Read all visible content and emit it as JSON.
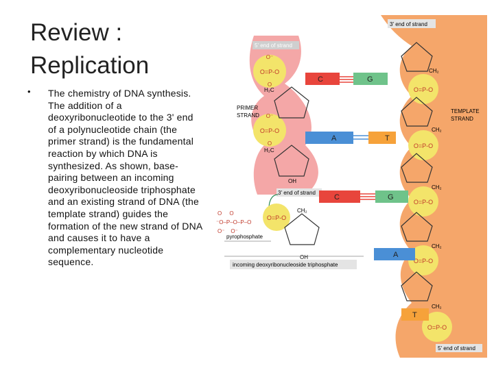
{
  "slide": {
    "title": "Review : Replication",
    "bullet_symbol": "•",
    "body": "The chemistry of DNA synthesis. The addition of a deoxyribonucleotide to the 3' end of a polynucleotide chain (the primer strand) is the fundamental reaction by which DNA is synthesized. As shown, base-pairing between an incoming deoxyribonucleoside triphosphate and an existing strand of DNA (the template strand) guides the formation of the new strand of DNA and causes it to have a complementary nucleotide sequence."
  },
  "diagram": {
    "labels": {
      "template_3_end": "3' end of strand",
      "primer_5_end": "5' end of strand",
      "primer_strand": [
        "PRIMER",
        "STRAND"
      ],
      "template_strand": [
        "TEMPLATE",
        "STRAND"
      ],
      "primer_3_end": "3' end of strand",
      "pyrophosphate": "pyrophosphate",
      "incoming": "incoming deoxyribonucleoside triphosphate",
      "template_5_end": "5' end of strand"
    },
    "bases": [
      {
        "primer": "C",
        "template": "G"
      },
      {
        "primer": "A",
        "template": "T"
      },
      {
        "primer": "C",
        "template": "G"
      },
      {
        "primer": "",
        "template": "A"
      },
      {
        "primer": "",
        "template": "T"
      }
    ],
    "chem": {
      "phosphate": "O=P-O",
      "o_minus": "O⁻",
      "o": "O",
      "oh": "OH",
      "h2c": "H₂C",
      "ch2": "CH₂"
    },
    "colors": {
      "primer_strand": "#f4a7a7",
      "template_strand": "#f5a66a",
      "phosphate": "#f3e46a",
      "base_C": "#e8453c",
      "base_G": "#6fc38a",
      "base_A": "#4a8fd6",
      "base_T": "#f6a23a"
    }
  }
}
